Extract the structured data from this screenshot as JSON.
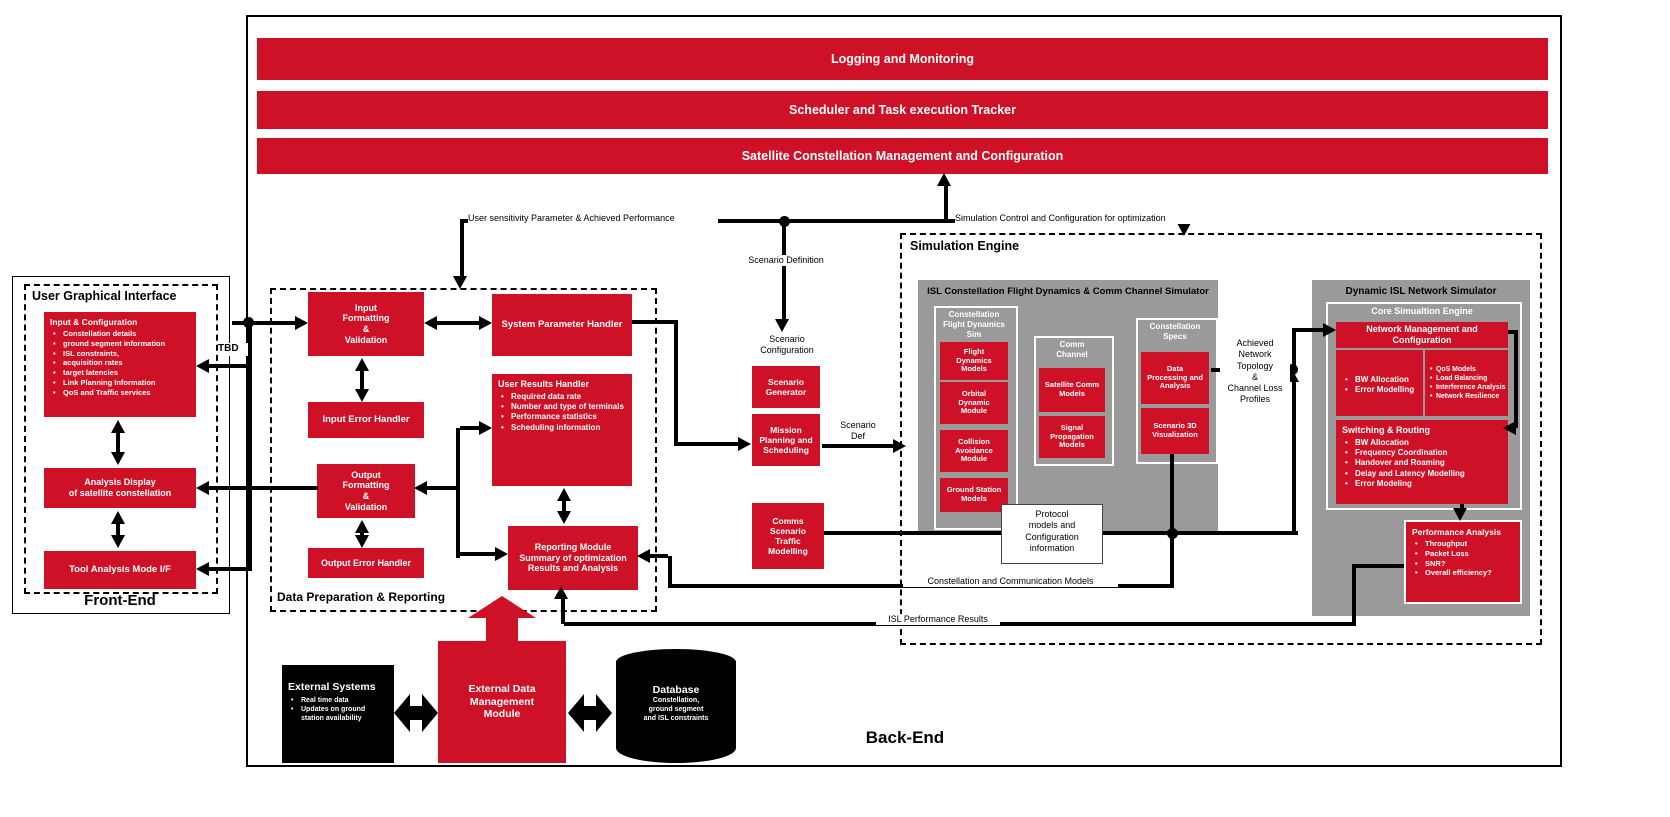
{
  "colors": {
    "red": "#CE1126",
    "gray": "#9A9A9A",
    "black": "#000000"
  },
  "frontend": {
    "title": "User Graphical Interface",
    "label": "Front-End",
    "input_config": {
      "title": "Input & Configuration",
      "bullets": [
        "Constellation details",
        "ground segment information",
        "ISL constraints,",
        "acquisition rates",
        "target latencies",
        "Link Planning Information",
        "QoS and Traffic services"
      ]
    },
    "analysis_display": "Analysis Display\nof satellite constellation",
    "tool_analysis": "Tool Analysis Mode I/F"
  },
  "backend": {
    "label": "Back-End",
    "bars": {
      "logging": "Logging and Monitoring",
      "scheduler": "Scheduler and Task execution Tracker",
      "constellation_mgmt": "Satellite Constellation Management and Configuration"
    }
  },
  "data_prep": {
    "label": "Data Preparation & Reporting",
    "input_formatting": "Input\nFormatting\n&\nValidation",
    "system_parameter_handler": "System Parameter Handler",
    "input_error_handler": "Input Error Handler",
    "output_formatting": "Output\nFormatting\n&\nValidation",
    "output_error_handler": "Output Error Handler",
    "user_results_handler": {
      "title": "User Results Handler",
      "bullets": [
        "Required data rate",
        "Number and type of terminals",
        "Performance statistics",
        "Scheduling information"
      ]
    },
    "reporting_module": "Reporting Module\nSummary of optimization\nResults and Analysis"
  },
  "scenario": {
    "configuration_label": "Scenario\nConfiguration",
    "generator": "Scenario\nGenerator",
    "mission_planning": "Mission\nPlanning and\nScheduling",
    "comms_traffic": "Comms\nScenario\nTraffic\nModelling"
  },
  "sim_engine": {
    "title": "Simulation Engine",
    "isl_sim": {
      "title": "ISL Constellation Flight Dynamics  & Comm Channel Simulator",
      "flight_dynamics_group": {
        "title": "Constellation\nFlight Dynamics\nSim",
        "boxes": [
          "Flight\nDynamics\nModels",
          "Orbital\nDynamic\nModule",
          "Collision\nAvoidance\nModule",
          "Ground Station\nModels"
        ]
      },
      "comm_channel_group": {
        "title": "Comm\nChannel",
        "boxes": [
          "Satellite Comm\nModels",
          "Signal\nPropagation\nModels"
        ]
      },
      "constellation_specs_group": {
        "title": "Constellation\nSpecs",
        "boxes": [
          "Data\nProcessing and\nAnalysis",
          "Scenario 3D\nVisualization"
        ]
      }
    },
    "dynamic_isl": {
      "title": "Dynamic ISL Network Simulator",
      "core_engine": "Core Simualtion Engine",
      "network_mgmt": "Network Management and Configuration",
      "left_bullets": [
        "BW Allocation",
        "Error Modelling"
      ],
      "right_bullets": [
        "QoS Models",
        "Load Balancing",
        "Interference Analysis",
        "Network Resilience"
      ],
      "switching": {
        "title": "Switching & Routing",
        "bullets": [
          "BW Allocation",
          "Frequency Coordination",
          "Handover and Roaming",
          "Delay and Latency Modelling",
          "Error Modeling"
        ]
      },
      "performance": {
        "title": "Performance Analysis",
        "bullets": [
          "Throughput",
          "Packet Loss",
          "SNR?",
          "Overall efficiency?"
        ]
      }
    }
  },
  "external": {
    "systems": {
      "title": "External Systems",
      "bullets": [
        "Real time data",
        "Updates on ground station availability"
      ]
    },
    "edmm": "External Data\nManagement\nModule",
    "database": {
      "title": "Database",
      "subtitle": "Constellation,\nground segment\nand ISL constraints"
    }
  },
  "connector_labels": {
    "tbd": "TBD",
    "user_sensitivity": "User sensitivity Parameter & Achieved Performance",
    "sim_control": "Simulation Control and Configuration for optimization",
    "scenario_definition": "Scenario Definition",
    "scenario_def": "Scenario\nDef",
    "achieved_topology": "Achieved\nNetwork\nTopology\n&\nChannel Loss\nProfiles",
    "protocol_models": "Protocol\nmodels and\nConfiguration\ninformation",
    "constellation_comm": "Constellation and Communication Models",
    "isl_performance": "ISL Performance Results"
  }
}
